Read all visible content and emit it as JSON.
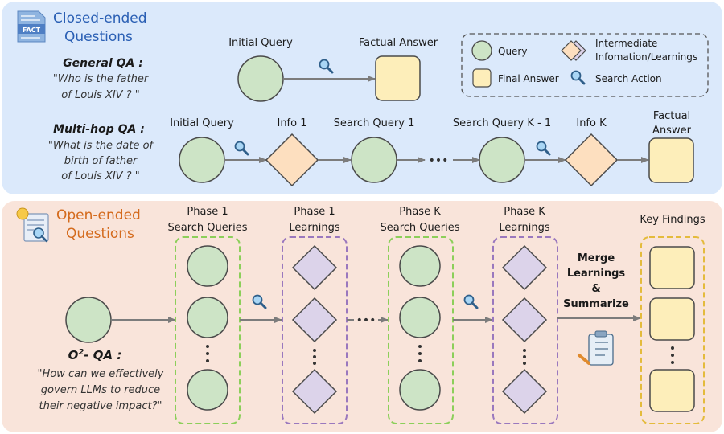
{
  "colors": {
    "closed_panel": "#dbe9fb",
    "open_panel": "#f9e4da",
    "closed_title": "#2a5fb4",
    "open_title": "#d46a1c",
    "query_fill": "#cde4c6",
    "query_stroke": "#4a4a4a",
    "info_fill": "#fddfbf",
    "learning_fill": "#dcd3ea",
    "answer_fill": "#fdeeba",
    "green_dash": "#8ccf5a",
    "purple_dash": "#9a78be",
    "yellow_dash": "#e4bb3c",
    "arrow": "#7c7c7c"
  },
  "closed": {
    "title_line1": "Closed-ended",
    "title_line2": "Questions",
    "icon_label": "FACT",
    "general_label": "General QA :",
    "general_q1": "\"Who is the father",
    "general_q2": "of Louis XIV ? \"",
    "general_initial_query": "Initial Query",
    "general_factual_answer": "Factual Answer",
    "multihop_label": "Multi-hop QA :",
    "multihop_q1": "\"What is the date of",
    "multihop_q2": "birth of father",
    "multihop_q3": "of Louis XIV ? \"",
    "chain": {
      "initial_query": "Initial Query",
      "info1": "Info 1",
      "search_query1": "Search Query 1",
      "dots": "•••",
      "search_queryk": "Search Query K - 1",
      "infok": "Info K",
      "factual1": "Factual",
      "factual2": "Answer"
    }
  },
  "legend": {
    "query": "Query",
    "intermediate1": "Intermediate",
    "intermediate2": "Infomation/Learnings",
    "final_answer": "Final Answer",
    "search_action": "Search Action"
  },
  "open": {
    "title_line1": "Open-ended",
    "title_line2": "Questions",
    "phase1_q1": "Phase 1",
    "phase1_q2": "Search Queries",
    "phase1_l1": "Phase 1",
    "phase1_l2": "Learnings",
    "phasek_q1": "Phase K",
    "phasek_q2": "Search Queries",
    "phasek_l1": "Phase K",
    "phasek_l2": "Learnings",
    "key_findings": "Key Findings",
    "merge1": "Merge",
    "merge2": "Learnings",
    "merge3": "&",
    "merge4": "Summarize",
    "dots": "•••",
    "o2qa_main": "O",
    "o2qa_sup": "2",
    "o2qa_rest": "- QA :",
    "o2_q1": "\"How can we effectively",
    "o2_q2": "govern LLMs to reduce",
    "o2_q3": "their negative impact?\""
  }
}
